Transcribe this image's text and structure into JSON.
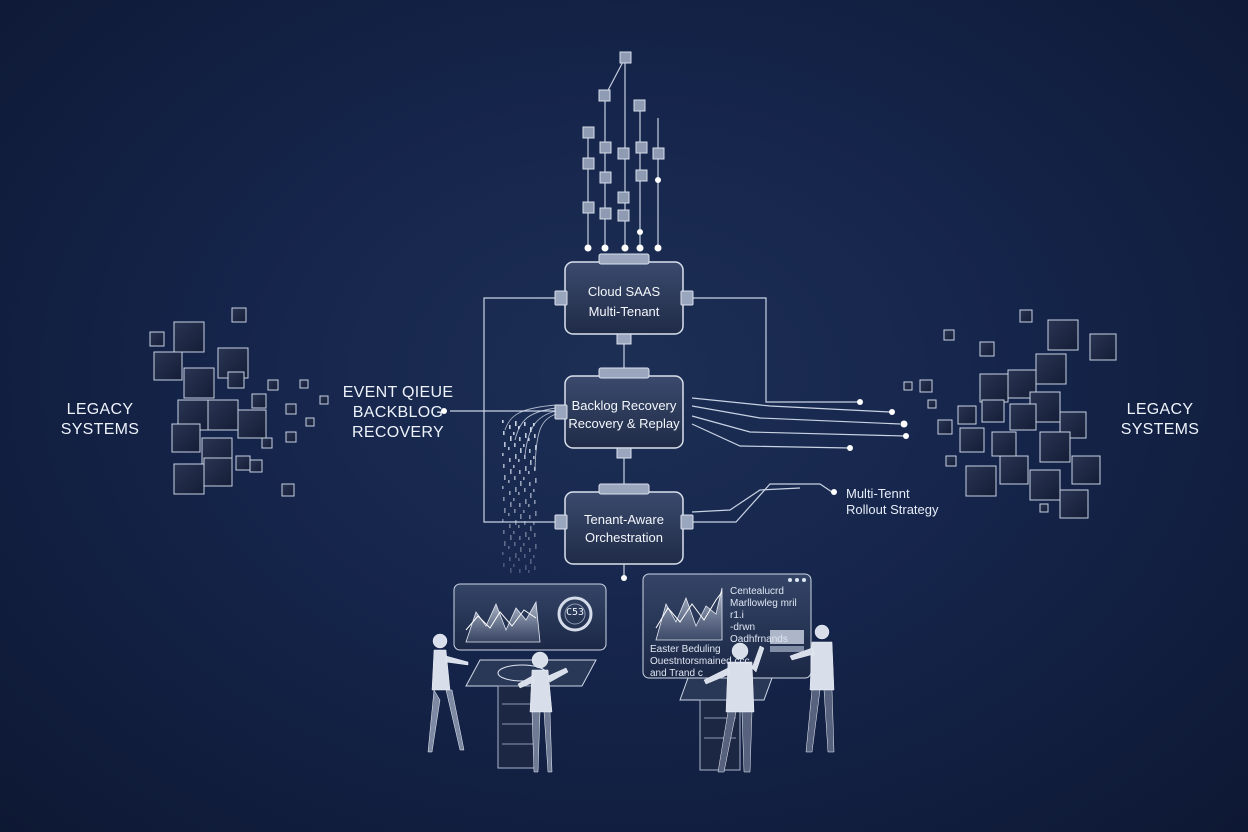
{
  "left": {
    "legacy_line1": "LEGACY",
    "legacy_line2": "SYSTEMS",
    "queue_line1": "EVENT QIEUE",
    "queue_line2": "BACKBLOG",
    "queue_line3": "RECOVERY"
  },
  "right": {
    "legacy_line1": "LEGACY",
    "legacy_line2": "SYSTEMS",
    "rollout_line1": "Multi-Tennt",
    "rollout_line2": "Rollout Strategy"
  },
  "nodes": [
    {
      "line1": "Cloud SAAS",
      "line2": "Multi-Tenant"
    },
    {
      "line1": "Backlog Recovery",
      "line2": "Recovery & Replay"
    },
    {
      "line1": "Tenant-Aware",
      "line2": "Orchestration"
    }
  ],
  "right_panel": {
    "title_line1": "Centealucrd",
    "title_line2": "Marllowleg mril r1.i",
    "title_line3": "-drwn Oadhfrnands",
    "body_line1": "Easter Beduling",
    "body_line2": "Ouestntorsmained ccc",
    "body_line3": "and Trand c"
  },
  "left_panel": {
    "gauge_text": "C53"
  },
  "colors": {
    "background": "#15244a",
    "node_fill": "#2c3a5a",
    "line": "#c9d3e4",
    "glow": "#ffffff"
  }
}
